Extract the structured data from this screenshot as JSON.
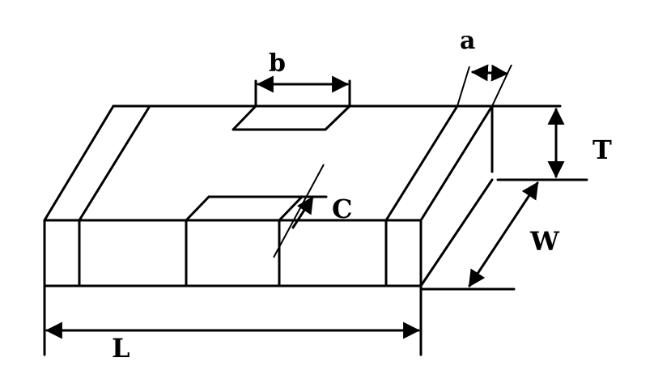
{
  "labels": {
    "a": "a",
    "b": "b",
    "c": "C",
    "t": "T",
    "w": "W",
    "l": "L"
  }
}
